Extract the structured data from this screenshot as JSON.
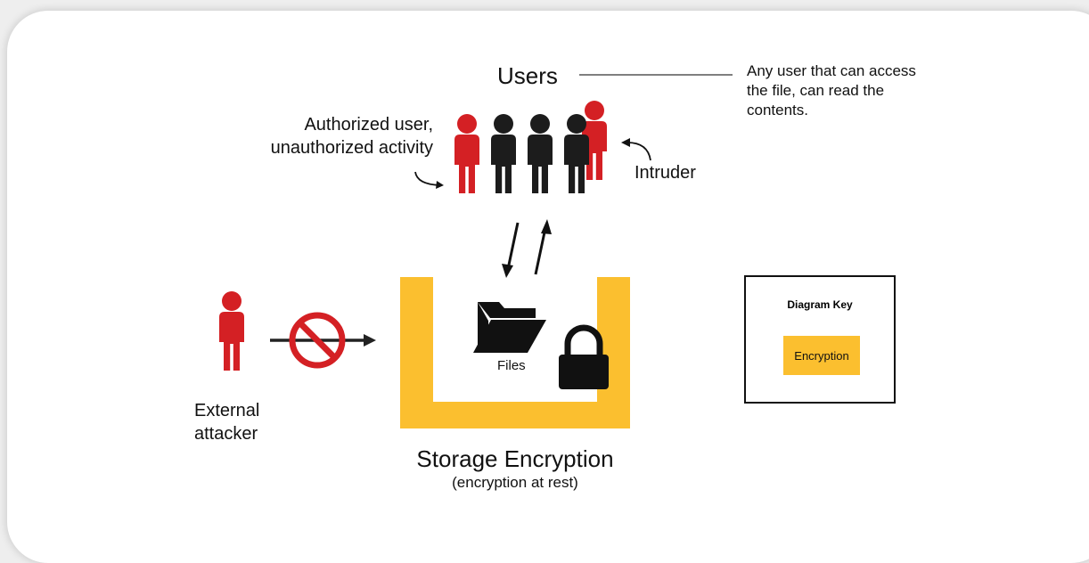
{
  "users": {
    "title": "Users",
    "note": "Any user that can access the file, can read the contents.",
    "authorized_label": "Authorized user, unauthorized activity",
    "intruder_label": "Intruder"
  },
  "storage": {
    "title": "Storage Encryption",
    "subtitle": "(encryption at rest)",
    "files_label": "Files"
  },
  "attacker": {
    "label": "External attacker"
  },
  "key": {
    "title": "Diagram Key",
    "encryption_label": "Encryption"
  },
  "colors": {
    "encryption": "#fbbf2f",
    "user_red": "#d42024",
    "user_black": "#1c1c1c"
  },
  "icons": [
    "person-icon",
    "folder-icon",
    "padlock-icon",
    "prohibited-icon"
  ]
}
